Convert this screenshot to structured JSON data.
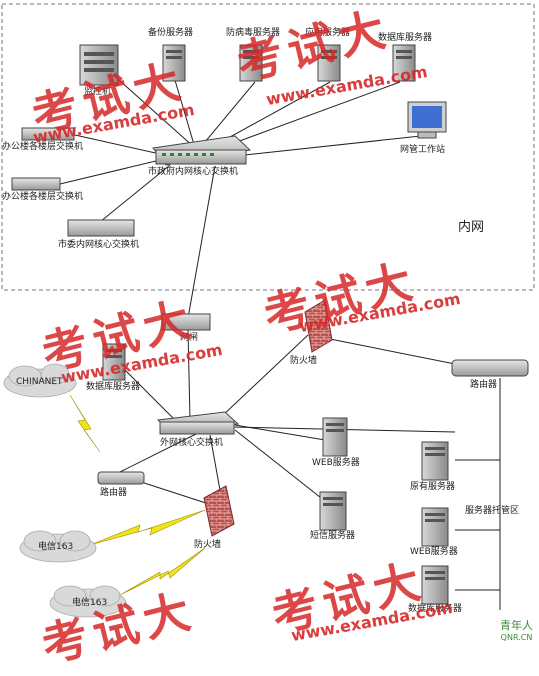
{
  "zones": {
    "inner_label": "内网",
    "hosting_label": "服务器托管区"
  },
  "nodes": {
    "monitor_host": "监控机",
    "backup_server": "备份服务器",
    "antivirus_server": "防病毒服务器",
    "app_server": "应用服务器",
    "db_server_inner": "数据库服务器",
    "office_floor_switch_1": "办公楼各楼层交换机",
    "office_floor_switch_2": "办公楼各楼层交换机",
    "gov_core_switch": "市政府内网核心交换机",
    "nms_workstation": "网管工作站",
    "committee_core_switch": "市委内网核心交换机",
    "gatekeeper": "网闸",
    "firewall_top": "防火墙",
    "db_server_outer": "数据库服务器",
    "router_right": "路由器",
    "chinanet": "CHINANET",
    "outer_core_switch": "外网核心交换机",
    "web_server": "WEB服务器",
    "existing_server": "原有服务器",
    "router_left": "路由器",
    "sms_server": "短信服务器",
    "web_server_hosted": "WEB服务器",
    "telecom_1": "电信163",
    "firewall_bottom": "防火墙",
    "telecom_2": "电信163",
    "db_server_hosted": "数据库服务器"
  },
  "watermarks": {
    "cn_text": "考试大",
    "url_text": "www.examda.com"
  },
  "corner": {
    "line1": "青年人",
    "line2": "QNR.CN"
  }
}
